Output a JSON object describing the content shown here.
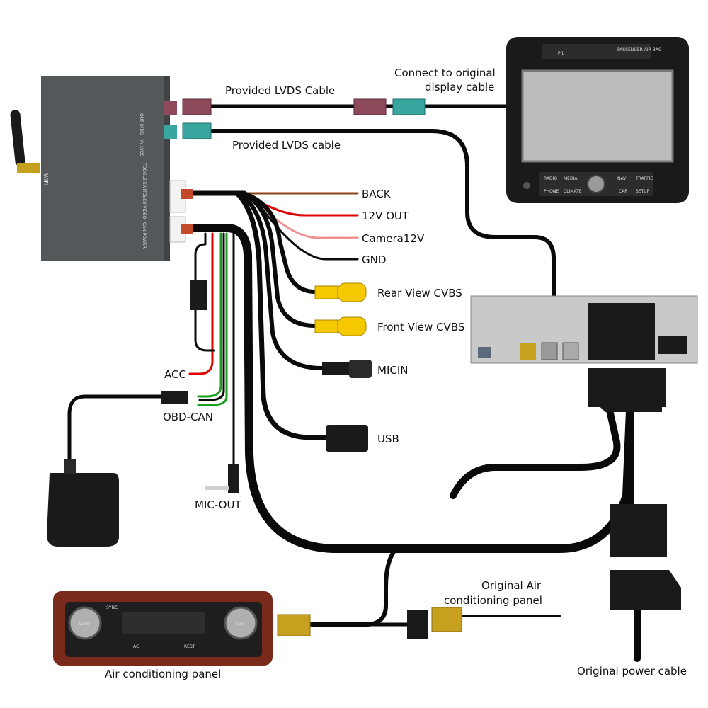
{
  "module": {
    "wifi_label": "WIFI",
    "ports": [
      "OUT LVDS",
      "IN LVDS",
      "TOGGLE SWITCH",
      "USB VIDEO",
      "CAN POWER"
    ]
  },
  "labels": {
    "lvds_out": "Provided LVDS Cable",
    "lvds_in": "Provided LVDS cable",
    "display": [
      "Connect to original",
      "display cable"
    ],
    "back": "BACK",
    "out12v": "12V OUT",
    "camera12v": "Camera12V",
    "gnd": "GND",
    "rear_cvbs": "Rear View CVBS",
    "front_cvbs": "Front View CVBS",
    "micin": "MICIN",
    "usb": "USB",
    "acc": "ACC",
    "obd": "OBD-CAN",
    "micout": "MIC-OUT",
    "ac_orig": [
      "Original  Air",
      "conditioning panel"
    ],
    "ac_panel": "Air conditioning panel",
    "power": "Original power cable"
  },
  "head_unit": {
    "buttons_top": [
      "P/L",
      "PASSENGER AIR BAG"
    ],
    "buttons_bottom": [
      "RADIO",
      "MEDIA",
      "NAV",
      "TRAFFIC",
      "PHONE",
      "CLIMATE",
      "CAR",
      "SETUP"
    ]
  },
  "ac_unit": {
    "buttons": [
      "SYNC",
      "AUTO",
      "OFF",
      "AC",
      "REST"
    ]
  },
  "colors": {
    "cable": "#0a0a0a",
    "brown": "#8b4513",
    "red": "#e00000",
    "pink": "#f09090",
    "green": "#1aa01a",
    "rca_yellow": "#f5c800",
    "lvds_maroon": "#8c4a5a",
    "lvds_teal": "#3aa6a0",
    "module_gray": "#55585a"
  }
}
